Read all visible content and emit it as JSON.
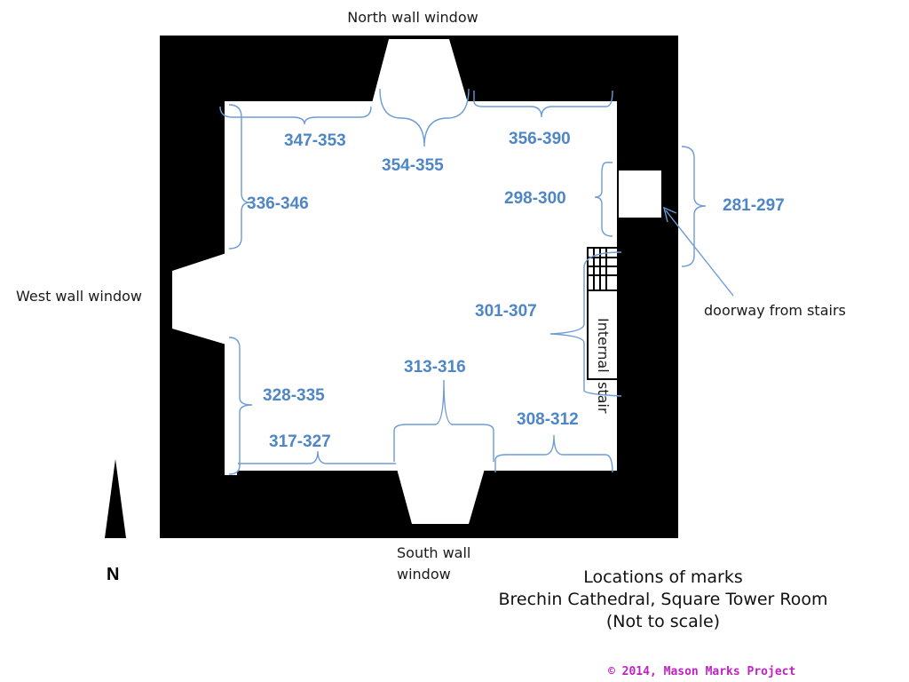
{
  "window_labels": {
    "north": "North wall window",
    "west": "West wall window",
    "south_line1": "South wall",
    "south_line2": "window"
  },
  "mark_ranges": {
    "r347_353": "347-353",
    "r354_355": "354-355",
    "r356_390": "356-390",
    "r298_300": "298-300",
    "r281_297": "281-297",
    "r336_346": "336-346",
    "r301_307": "301-307",
    "r313_316": "313-316",
    "r328_335": "328-335",
    "r308_312": "308-312",
    "r317_327": "317-327"
  },
  "stair_labels": {
    "line1": "Internal",
    "line2": "stair"
  },
  "doorway_label": "doorway from stairs",
  "north_indicator": "N",
  "title": {
    "line1": "Locations of marks",
    "line2": "Brechin Cathedral, Square Tower Room",
    "line3": "(Not to scale)"
  },
  "copyright": "© 2014, Mason Marks Project",
  "colors": {
    "wall": "#000000",
    "range_text": "#4f86c6",
    "brace": "#6d9bd6",
    "copyright": "#c21fc4"
  }
}
